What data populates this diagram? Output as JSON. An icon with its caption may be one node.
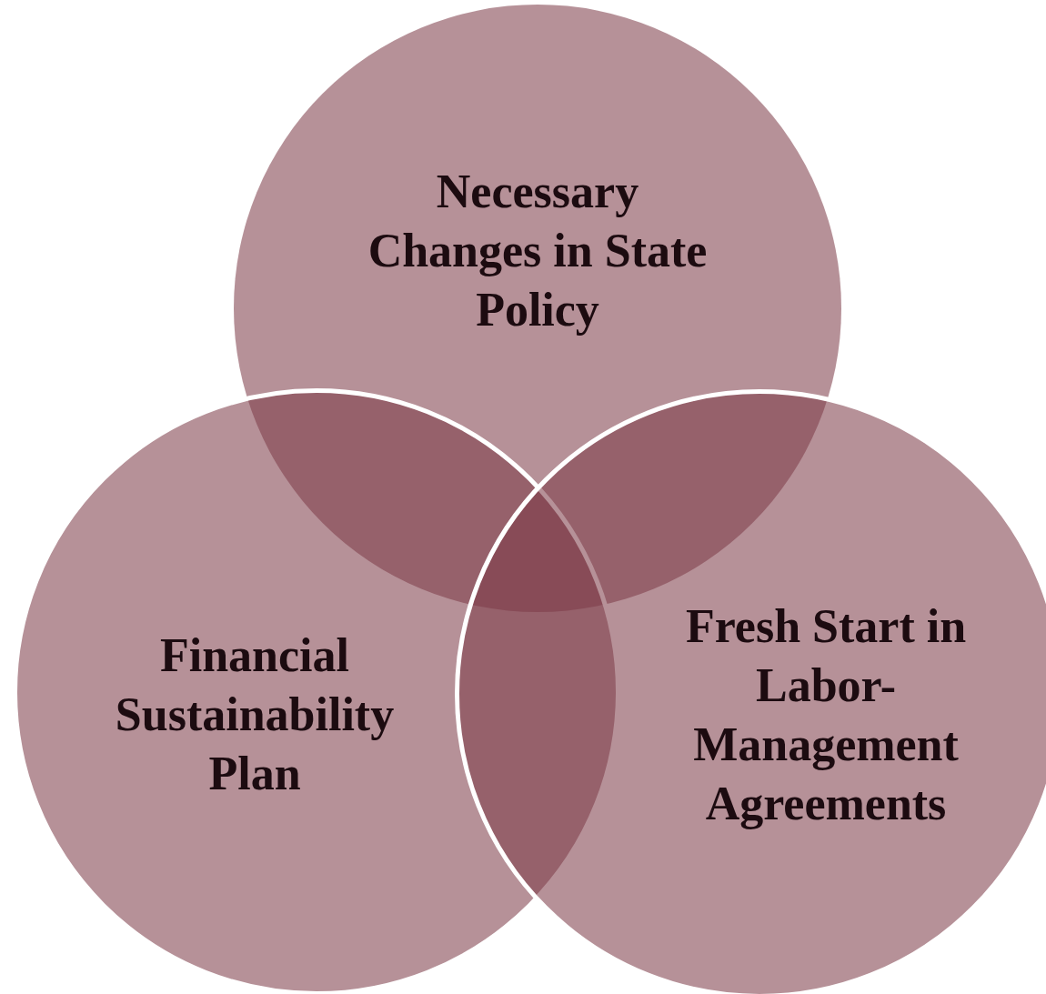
{
  "diagram": {
    "nodes": [
      {
        "text": [
          "Necessary Changes in State Policy"
        ]
      },
      {
        "text": [
          "Financial Sustainability Plan"
        ]
      },
      {
        "text": [
          "Fresh Start in Labor-Management Agreements"
        ]
      }
    ]
  }
}
